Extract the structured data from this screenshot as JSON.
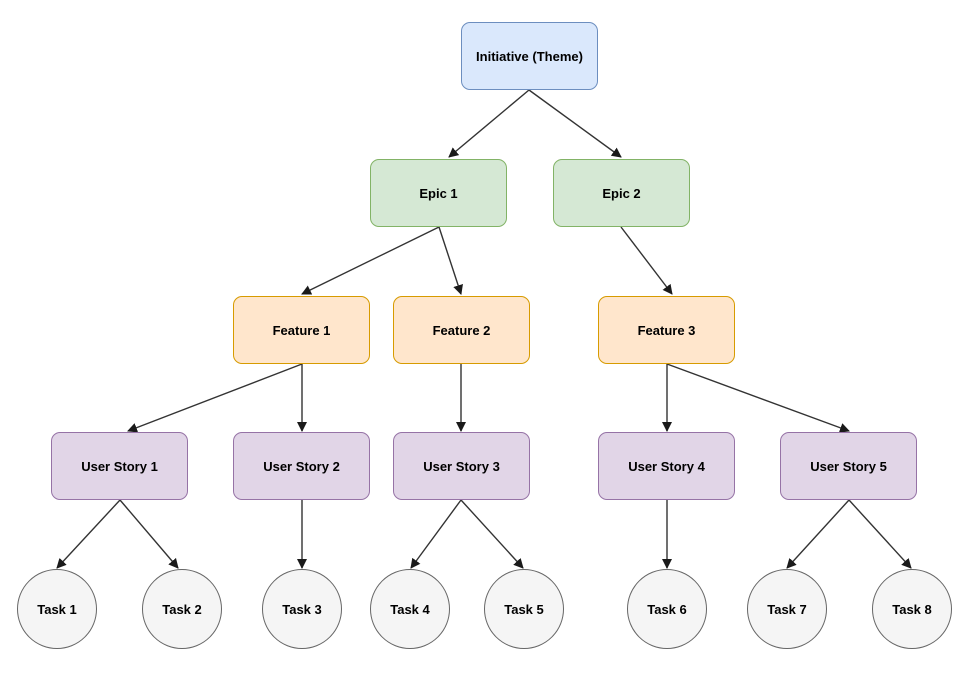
{
  "diagram": {
    "initiative": {
      "label": "Initiative (Theme)"
    },
    "epics": [
      {
        "label": "Epic 1"
      },
      {
        "label": "Epic 2"
      }
    ],
    "features": [
      {
        "label": "Feature 1"
      },
      {
        "label": "Feature 2"
      },
      {
        "label": "Feature 3"
      }
    ],
    "stories": [
      {
        "label": "User Story 1"
      },
      {
        "label": "User Story 2"
      },
      {
        "label": "User Story 3"
      },
      {
        "label": "User Story 4"
      },
      {
        "label": "User Story 5"
      }
    ],
    "tasks": [
      {
        "label": "Task 1"
      },
      {
        "label": "Task 2"
      },
      {
        "label": "Task 3"
      },
      {
        "label": "Task 4"
      },
      {
        "label": "Task 5"
      },
      {
        "label": "Task 6"
      },
      {
        "label": "Task 7"
      },
      {
        "label": "Task 8"
      }
    ],
    "colors": {
      "initiative_fill": "#dae8fc",
      "initiative_stroke": "#6c8ebf",
      "epic_fill": "#d5e8d4",
      "epic_stroke": "#82b366",
      "feature_fill": "#ffe6cc",
      "feature_stroke": "#d79b00",
      "story_fill": "#e1d5e7",
      "story_stroke": "#9673a6",
      "task_fill": "#f5f5f5",
      "task_stroke": "#666666",
      "edge": "#333333"
    }
  }
}
